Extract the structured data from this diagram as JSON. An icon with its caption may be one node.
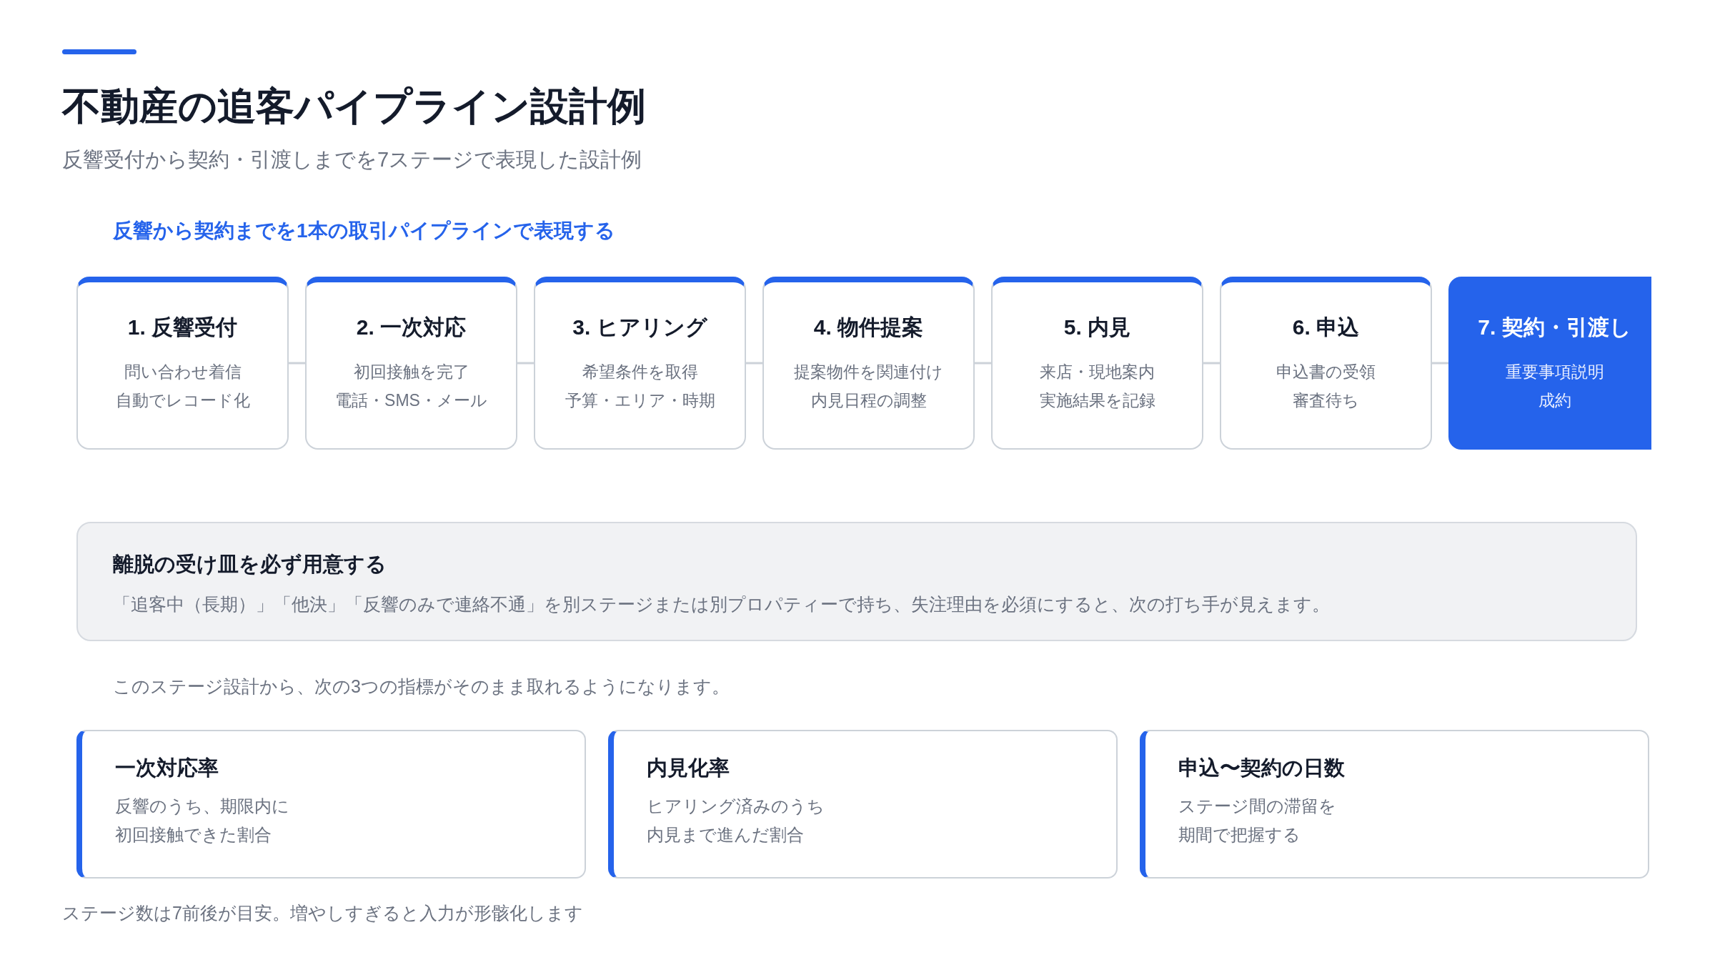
{
  "diagram": {
    "title": "不動産の追客パイプライン設計例",
    "nodes": [
      {
        "text": [
          "1. 反響受付",
          "問い合わせ着信",
          "自動でレコード化"
        ]
      },
      {
        "text": [
          "2. 一次対応",
          "初回接触を完了",
          "電話・SMS・メール"
        ]
      },
      {
        "text": [
          "3. ヒアリング",
          "希望条件を取得",
          "予算・エリア・時期"
        ]
      },
      {
        "text": [
          "4. 物件提案",
          "提案物件を関連付け",
          "内見日程の調整"
        ]
      },
      {
        "text": [
          "5. 内見",
          "来店・現地案内",
          "実施結果を記録"
        ]
      },
      {
        "text": [
          "6. 申込",
          "申込書の受領",
          "審査待ち"
        ]
      },
      {
        "text": [
          "7. 契約・引渡し",
          "重要事項説明",
          "成約"
        ]
      },
      {
        "text": [
          "離脱の受け皿を必ず用意する",
          "「追客中（長期）」「他決」「反響のみで連絡不通」を別ステージまたは別プロパティーで持ち、失注理由を必須にすると、次の打ち手が見えます。"
        ]
      },
      {
        "text": [
          "一次対応率",
          "反響のうち、期限内に初回接触できた割合"
        ]
      },
      {
        "text": [
          "内見化率",
          "ヒアリング済みのうち内見まで進んだ割合"
        ]
      },
      {
        "text": [
          "申込〜契約の日数",
          "ステージ間の滞留を期間で把握する"
        ]
      }
    ],
    "edges": [
      {
        "from": 0,
        "to": 1,
        "arrow": "none"
      },
      {
        "from": 1,
        "to": 2,
        "arrow": "none"
      },
      {
        "from": 2,
        "to": 3,
        "arrow": "none"
      },
      {
        "from": 3,
        "to": 4,
        "arrow": "none"
      },
      {
        "from": 4,
        "to": 5,
        "arrow": "none"
      },
      {
        "from": 5,
        "to": 6,
        "arrow": "none"
      }
    ],
    "labels": [
      "反響受付から契約・引渡しまでを7ステージで表現した設計例",
      "反響から契約までを1本の取引パイプラインで表現する",
      "このステージ設計から、次の3つの指標がそのまま取れるようになります。",
      "ステージ数は7前後が目安。増やしすぎると入力が形骸化します"
    ]
  }
}
